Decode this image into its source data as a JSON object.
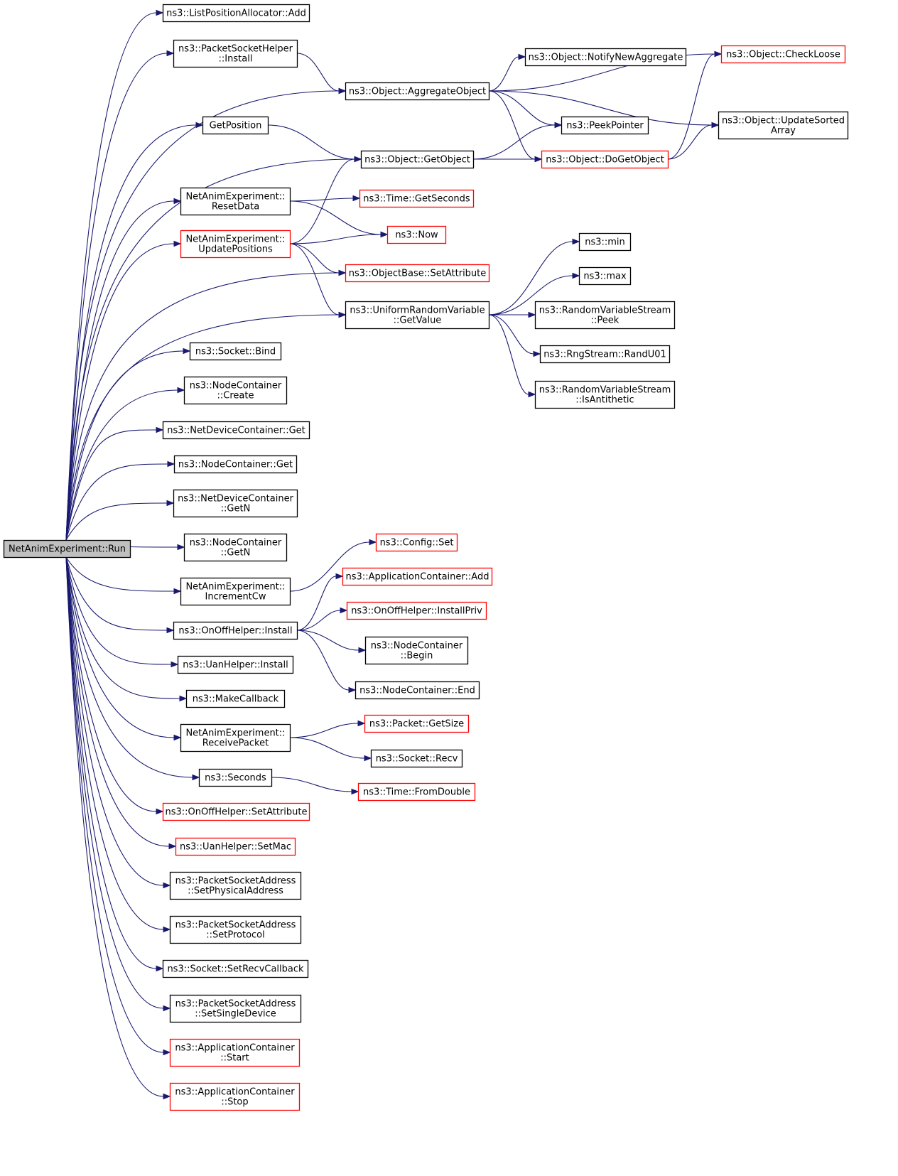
{
  "colors": {
    "edge": "#191970",
    "box_border_default": "#000000",
    "box_border_truncated": "#ff0000",
    "box_fill_root": "#bfbfbf",
    "box_fill": "#ffffff"
  },
  "graph": {
    "root": "NetAnimExperiment::Run",
    "nodes": [
      {
        "id": "run",
        "lines": [
          "NetAnimExperiment::Run"
        ],
        "style": "root"
      },
      {
        "id": "lpa_add",
        "lines": [
          "ns3::ListPositionAllocator::Add"
        ],
        "style": "default"
      },
      {
        "id": "psh_install",
        "lines": [
          "ns3::PacketSocketHelper",
          "::Install"
        ],
        "style": "default"
      },
      {
        "id": "aggregate",
        "lines": [
          "ns3::Object::AggregateObject"
        ],
        "style": "default"
      },
      {
        "id": "getposition",
        "lines": [
          "GetPosition"
        ],
        "style": "default"
      },
      {
        "id": "getobject",
        "lines": [
          "ns3::Object::GetObject"
        ],
        "style": "default"
      },
      {
        "id": "resetdata",
        "lines": [
          "NetAnimExperiment::",
          "ResetData"
        ],
        "style": "default"
      },
      {
        "id": "updatepos",
        "lines": [
          "NetAnimExperiment::",
          "UpdatePositions"
        ],
        "style": "truncated"
      },
      {
        "id": "setattr",
        "lines": [
          "ns3::ObjectBase::SetAttribute"
        ],
        "style": "truncated"
      },
      {
        "id": "urv_getvalue",
        "lines": [
          "ns3::UniformRandomVariable",
          "::GetValue"
        ],
        "style": "default"
      },
      {
        "id": "sock_bind",
        "lines": [
          "ns3::Socket::Bind"
        ],
        "style": "default"
      },
      {
        "id": "nc_create",
        "lines": [
          "ns3::NodeContainer",
          "::Create"
        ],
        "style": "default"
      },
      {
        "id": "ndc_get",
        "lines": [
          "ns3::NetDeviceContainer::Get"
        ],
        "style": "default"
      },
      {
        "id": "nc_get",
        "lines": [
          "ns3::NodeContainer::Get"
        ],
        "style": "default"
      },
      {
        "id": "ndc_getn",
        "lines": [
          "ns3::NetDeviceContainer",
          "::GetN"
        ],
        "style": "default"
      },
      {
        "id": "nc_getn",
        "lines": [
          "ns3::NodeContainer",
          "::GetN"
        ],
        "style": "default"
      },
      {
        "id": "inccw",
        "lines": [
          "NetAnimExperiment::",
          "IncrementCw"
        ],
        "style": "default"
      },
      {
        "id": "onoff_install",
        "lines": [
          "ns3::OnOffHelper::Install"
        ],
        "style": "default"
      },
      {
        "id": "uan_install",
        "lines": [
          "ns3::UanHelper::Install"
        ],
        "style": "default"
      },
      {
        "id": "makecallback",
        "lines": [
          "ns3::MakeCallback"
        ],
        "style": "default"
      },
      {
        "id": "recvpacket",
        "lines": [
          "NetAnimExperiment::",
          "ReceivePacket"
        ],
        "style": "default"
      },
      {
        "id": "seconds",
        "lines": [
          "ns3::Seconds"
        ],
        "style": "default"
      },
      {
        "id": "onoff_setattr",
        "lines": [
          "ns3::OnOffHelper::SetAttribute"
        ],
        "style": "truncated"
      },
      {
        "id": "uan_setmac",
        "lines": [
          "ns3::UanHelper::SetMac"
        ],
        "style": "truncated"
      },
      {
        "id": "psa_setphys",
        "lines": [
          "ns3::PacketSocketAddress",
          "::SetPhysicalAddress"
        ],
        "style": "default"
      },
      {
        "id": "psa_setproto",
        "lines": [
          "ns3::PacketSocketAddress",
          "::SetProtocol"
        ],
        "style": "default"
      },
      {
        "id": "sock_setrecvcb",
        "lines": [
          "ns3::Socket::SetRecvCallback"
        ],
        "style": "default"
      },
      {
        "id": "psa_setsingle",
        "lines": [
          "ns3::PacketSocketAddress",
          "::SetSingleDevice"
        ],
        "style": "default"
      },
      {
        "id": "ac_start",
        "lines": [
          "ns3::ApplicationContainer",
          "::Start"
        ],
        "style": "truncated"
      },
      {
        "id": "ac_stop",
        "lines": [
          "ns3::ApplicationContainer",
          "::Stop"
        ],
        "style": "truncated"
      },
      {
        "id": "notifynewagg",
        "lines": [
          "ns3::Object::NotifyNewAggregate"
        ],
        "style": "default"
      },
      {
        "id": "checkloose",
        "lines": [
          "ns3::Object::CheckLoose"
        ],
        "style": "truncated"
      },
      {
        "id": "updatesorted",
        "lines": [
          "ns3::Object::UpdateSorted",
          "Array"
        ],
        "style": "default"
      },
      {
        "id": "peekpointer",
        "lines": [
          "ns3::PeekPointer"
        ],
        "style": "default"
      },
      {
        "id": "dogetobject",
        "lines": [
          "ns3::Object::DoGetObject"
        ],
        "style": "truncated"
      },
      {
        "id": "time_getseconds",
        "lines": [
          "ns3::Time::GetSeconds"
        ],
        "style": "truncated"
      },
      {
        "id": "now",
        "lines": [
          "ns3::Now"
        ],
        "style": "truncated"
      },
      {
        "id": "min",
        "lines": [
          "ns3::min"
        ],
        "style": "default"
      },
      {
        "id": "max",
        "lines": [
          "ns3::max"
        ],
        "style": "default"
      },
      {
        "id": "rvs_peek",
        "lines": [
          "ns3::RandomVariableStream",
          "::Peek"
        ],
        "style": "default"
      },
      {
        "id": "randu01",
        "lines": [
          "ns3::RngStream::RandU01"
        ],
        "style": "default"
      },
      {
        "id": "rvs_isanti",
        "lines": [
          "ns3::RandomVariableStream",
          "::IsAntithetic"
        ],
        "style": "default"
      },
      {
        "id": "config_set",
        "lines": [
          "ns3::Config::Set"
        ],
        "style": "truncated"
      },
      {
        "id": "ac_add",
        "lines": [
          "ns3::ApplicationContainer::Add"
        ],
        "style": "truncated"
      },
      {
        "id": "installpriv",
        "lines": [
          "ns3::OnOffHelper::InstallPriv"
        ],
        "style": "truncated"
      },
      {
        "id": "nc_begin",
        "lines": [
          "ns3::NodeContainer",
          "::Begin"
        ],
        "style": "default"
      },
      {
        "id": "nc_end",
        "lines": [
          "ns3::NodeContainer::End"
        ],
        "style": "default"
      },
      {
        "id": "pkt_getsize",
        "lines": [
          "ns3::Packet::GetSize"
        ],
        "style": "truncated"
      },
      {
        "id": "sock_recv",
        "lines": [
          "ns3::Socket::Recv"
        ],
        "style": "default"
      },
      {
        "id": "time_fromdouble",
        "lines": [
          "ns3::Time::FromDouble"
        ],
        "style": "truncated"
      }
    ],
    "edges": [
      [
        "run",
        "lpa_add"
      ],
      [
        "run",
        "psh_install"
      ],
      [
        "run",
        "aggregate"
      ],
      [
        "run",
        "getposition"
      ],
      [
        "run",
        "getobject"
      ],
      [
        "run",
        "resetdata"
      ],
      [
        "run",
        "updatepos"
      ],
      [
        "run",
        "setattr"
      ],
      [
        "run",
        "urv_getvalue"
      ],
      [
        "run",
        "sock_bind"
      ],
      [
        "run",
        "nc_create"
      ],
      [
        "run",
        "ndc_get"
      ],
      [
        "run",
        "nc_get"
      ],
      [
        "run",
        "ndc_getn"
      ],
      [
        "run",
        "nc_getn"
      ],
      [
        "run",
        "inccw"
      ],
      [
        "run",
        "onoff_install"
      ],
      [
        "run",
        "uan_install"
      ],
      [
        "run",
        "makecallback"
      ],
      [
        "run",
        "recvpacket"
      ],
      [
        "run",
        "seconds"
      ],
      [
        "run",
        "onoff_setattr"
      ],
      [
        "run",
        "uan_setmac"
      ],
      [
        "run",
        "psa_setphys"
      ],
      [
        "run",
        "psa_setproto"
      ],
      [
        "run",
        "sock_setrecvcb"
      ],
      [
        "run",
        "psa_setsingle"
      ],
      [
        "run",
        "ac_start"
      ],
      [
        "run",
        "ac_stop"
      ],
      [
        "psh_install",
        "aggregate"
      ],
      [
        "aggregate",
        "checkloose"
      ],
      [
        "aggregate",
        "notifynewagg"
      ],
      [
        "aggregate",
        "updatesorted"
      ],
      [
        "aggregate",
        "peekpointer"
      ],
      [
        "aggregate",
        "dogetobject"
      ],
      [
        "getposition",
        "getobject"
      ],
      [
        "getobject",
        "peekpointer"
      ],
      [
        "getobject",
        "dogetobject"
      ],
      [
        "dogetobject",
        "checkloose"
      ],
      [
        "dogetobject",
        "updatesorted"
      ],
      [
        "resetdata",
        "time_getseconds"
      ],
      [
        "resetdata",
        "now"
      ],
      [
        "updatepos",
        "getobject"
      ],
      [
        "updatepos",
        "now"
      ],
      [
        "updatepos",
        "setattr"
      ],
      [
        "updatepos",
        "urv_getvalue"
      ],
      [
        "urv_getvalue",
        "min"
      ],
      [
        "urv_getvalue",
        "max"
      ],
      [
        "urv_getvalue",
        "rvs_peek"
      ],
      [
        "urv_getvalue",
        "randu01"
      ],
      [
        "urv_getvalue",
        "rvs_isanti"
      ],
      [
        "inccw",
        "config_set"
      ],
      [
        "onoff_install",
        "ac_add"
      ],
      [
        "onoff_install",
        "installpriv"
      ],
      [
        "onoff_install",
        "nc_begin"
      ],
      [
        "onoff_install",
        "nc_end"
      ],
      [
        "recvpacket",
        "pkt_getsize"
      ],
      [
        "recvpacket",
        "sock_recv"
      ],
      [
        "seconds",
        "time_fromdouble"
      ]
    ]
  }
}
